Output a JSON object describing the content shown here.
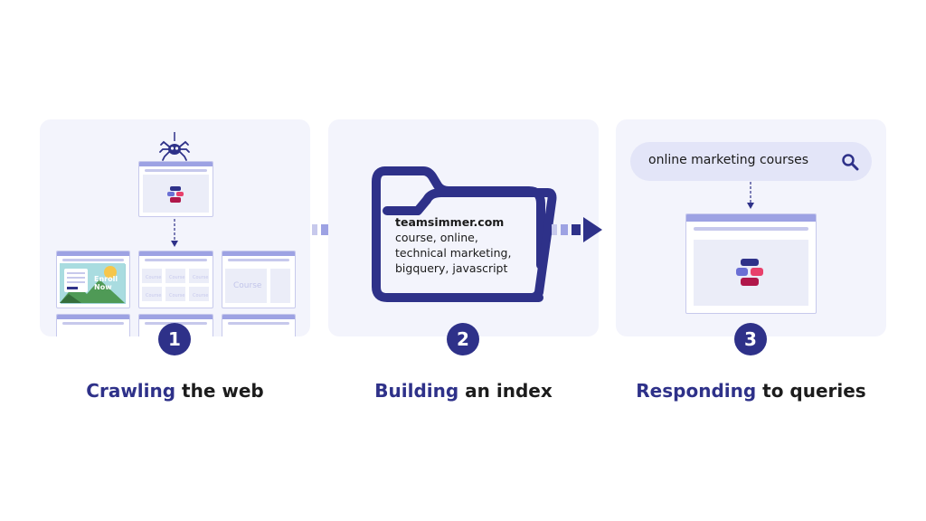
{
  "steps": [
    {
      "number": "1",
      "caption_highlight": "Crawling",
      "caption_rest": " the web"
    },
    {
      "number": "2",
      "caption_highlight": "Building",
      "caption_rest": " an index"
    },
    {
      "number": "3",
      "caption_highlight": "Responding",
      "caption_rest": " to queries"
    }
  ],
  "crawl": {
    "banner_text": "Enroll Now",
    "course_label": "Course",
    "tile_label": "Course"
  },
  "index": {
    "domain": "teamsimmer.com",
    "keywords": [
      "course, online,",
      "technical marketing,",
      "bigquery, javascript"
    ]
  },
  "query": {
    "search_text": "online marketing courses"
  },
  "colors": {
    "primary": "#2e3189",
    "panel_bg": "#f3f4fc",
    "accent_light": "#9da2e3"
  }
}
